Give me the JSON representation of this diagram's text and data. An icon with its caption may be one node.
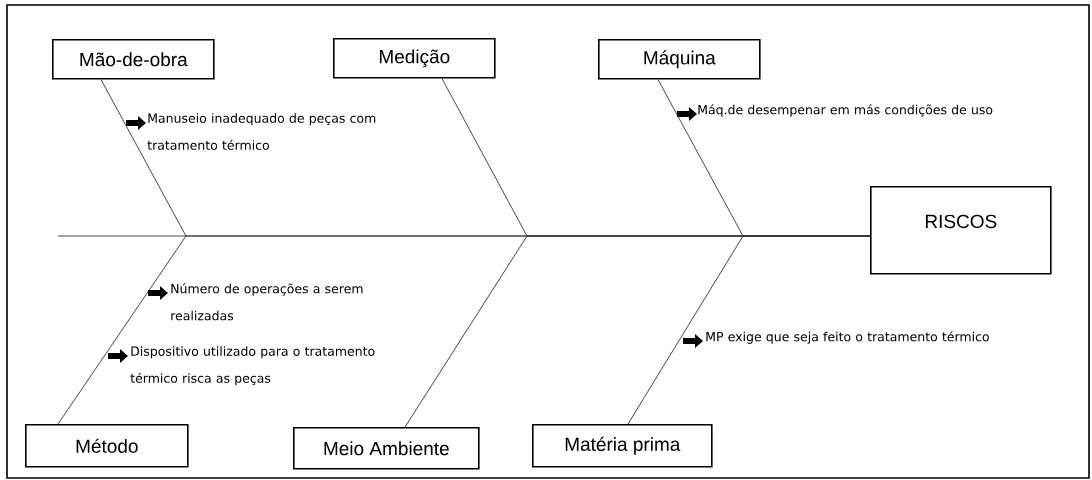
{
  "diagram": {
    "nodes": [
      {
        "text": [
          "RISCOS"
        ]
      },
      {
        "text": [
          "Mão-de-obra"
        ]
      },
      {
        "text": [
          "Medição"
        ]
      },
      {
        "text": [
          "Máquina"
        ]
      },
      {
        "text": [
          "Método"
        ]
      },
      {
        "text": [
          "Meio Ambiente"
        ]
      },
      {
        "text": [
          "Matéria prima"
        ]
      }
    ],
    "edges": [
      {
        "from": 1,
        "to": 0,
        "arrow": "none"
      },
      {
        "from": 2,
        "to": 0,
        "arrow": "none"
      },
      {
        "from": 3,
        "to": 0,
        "arrow": "none"
      },
      {
        "from": 4,
        "to": 0,
        "arrow": "none"
      },
      {
        "from": 5,
        "to": 0,
        "arrow": "none"
      },
      {
        "from": 6,
        "to": 0,
        "arrow": "none"
      }
    ],
    "labels": [
      "Manuseio inadequado de peças com tratamento térmico",
      "Máq.de desempenar em más condições de uso",
      "Número de operações a serem realizadas",
      "Dispositivo utilizado para o tratamento térmico risca as peças",
      "MP exige que seja feito o tratamento térmico"
    ]
  }
}
